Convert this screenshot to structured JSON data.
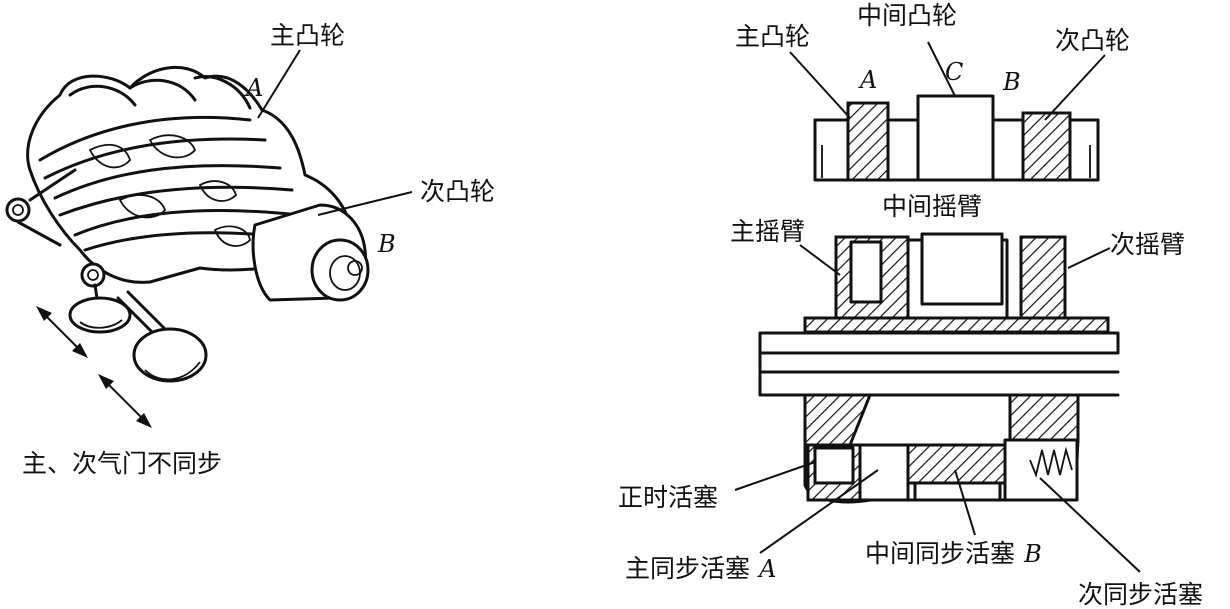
{
  "left": {
    "primary_cam": "主凸轮",
    "secondary_cam": "次凸轮",
    "letter_a": "A",
    "letter_b": "B",
    "caption": "主、次气门不同步"
  },
  "right": {
    "primary_cam": "主凸轮",
    "middle_cam": "中间凸轮",
    "secondary_cam": "次凸轮",
    "letter_a": "A",
    "letter_c": "C",
    "letter_b": "B",
    "middle_rocker": "中间摇臂",
    "primary_rocker": "主摇臂",
    "secondary_rocker": "次摇臂",
    "timing_piston": "正时活塞",
    "primary_sync_piston": "主同步活塞",
    "primary_sync_piston_letter": "A",
    "middle_sync_piston": "中间同步活塞",
    "middle_sync_piston_letter": "B",
    "secondary_sync_piston": "次同步活塞"
  }
}
